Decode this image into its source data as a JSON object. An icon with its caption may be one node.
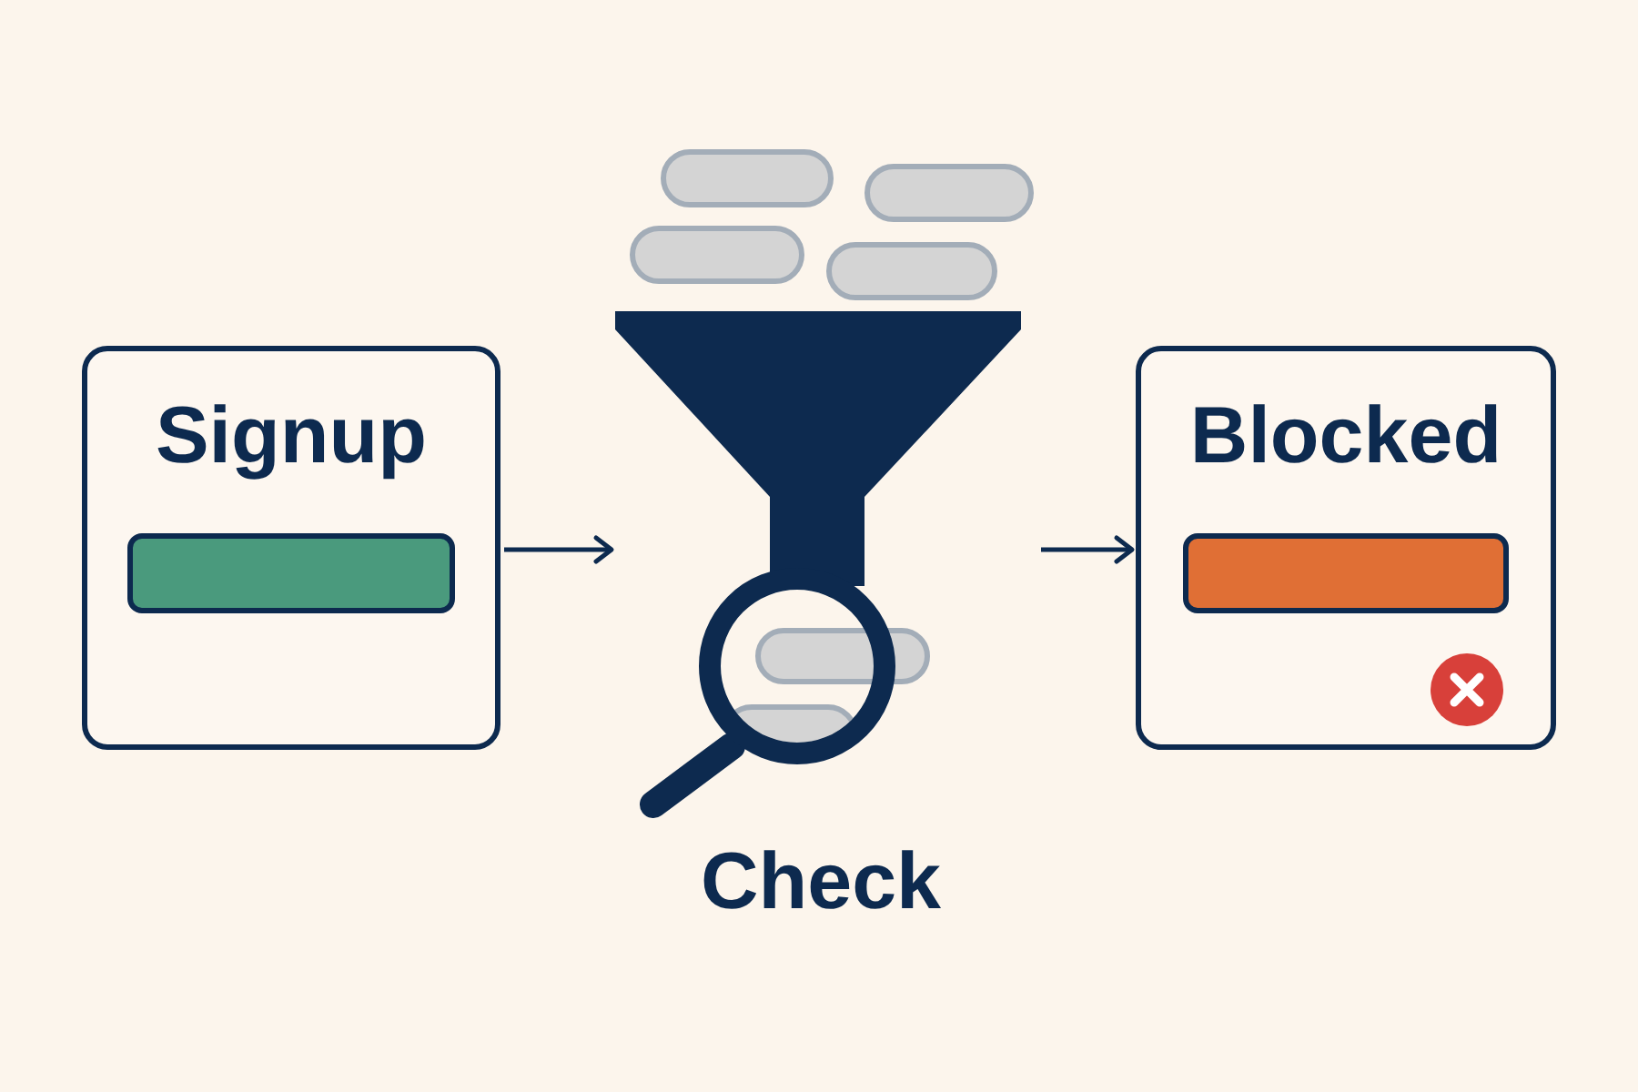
{
  "diagram": {
    "nodes": [
      {
        "text": [
          "Signup"
        ]
      },
      {
        "text": [
          "Check"
        ]
      },
      {
        "text": [
          "Blocked"
        ]
      }
    ],
    "edges": [
      {
        "from": 0,
        "to": 1,
        "arrow": "to"
      },
      {
        "from": 1,
        "to": 2,
        "arrow": "to"
      }
    ]
  }
}
